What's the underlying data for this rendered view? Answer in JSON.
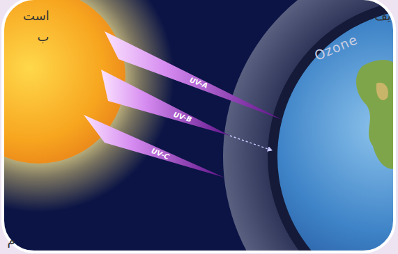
{
  "diagram": {
    "labels": [
      "است",
      "ب",
      "یف",
      "UV-A",
      "UV-B",
      "UV-C",
      "Ozone",
      "م"
    ]
  }
}
